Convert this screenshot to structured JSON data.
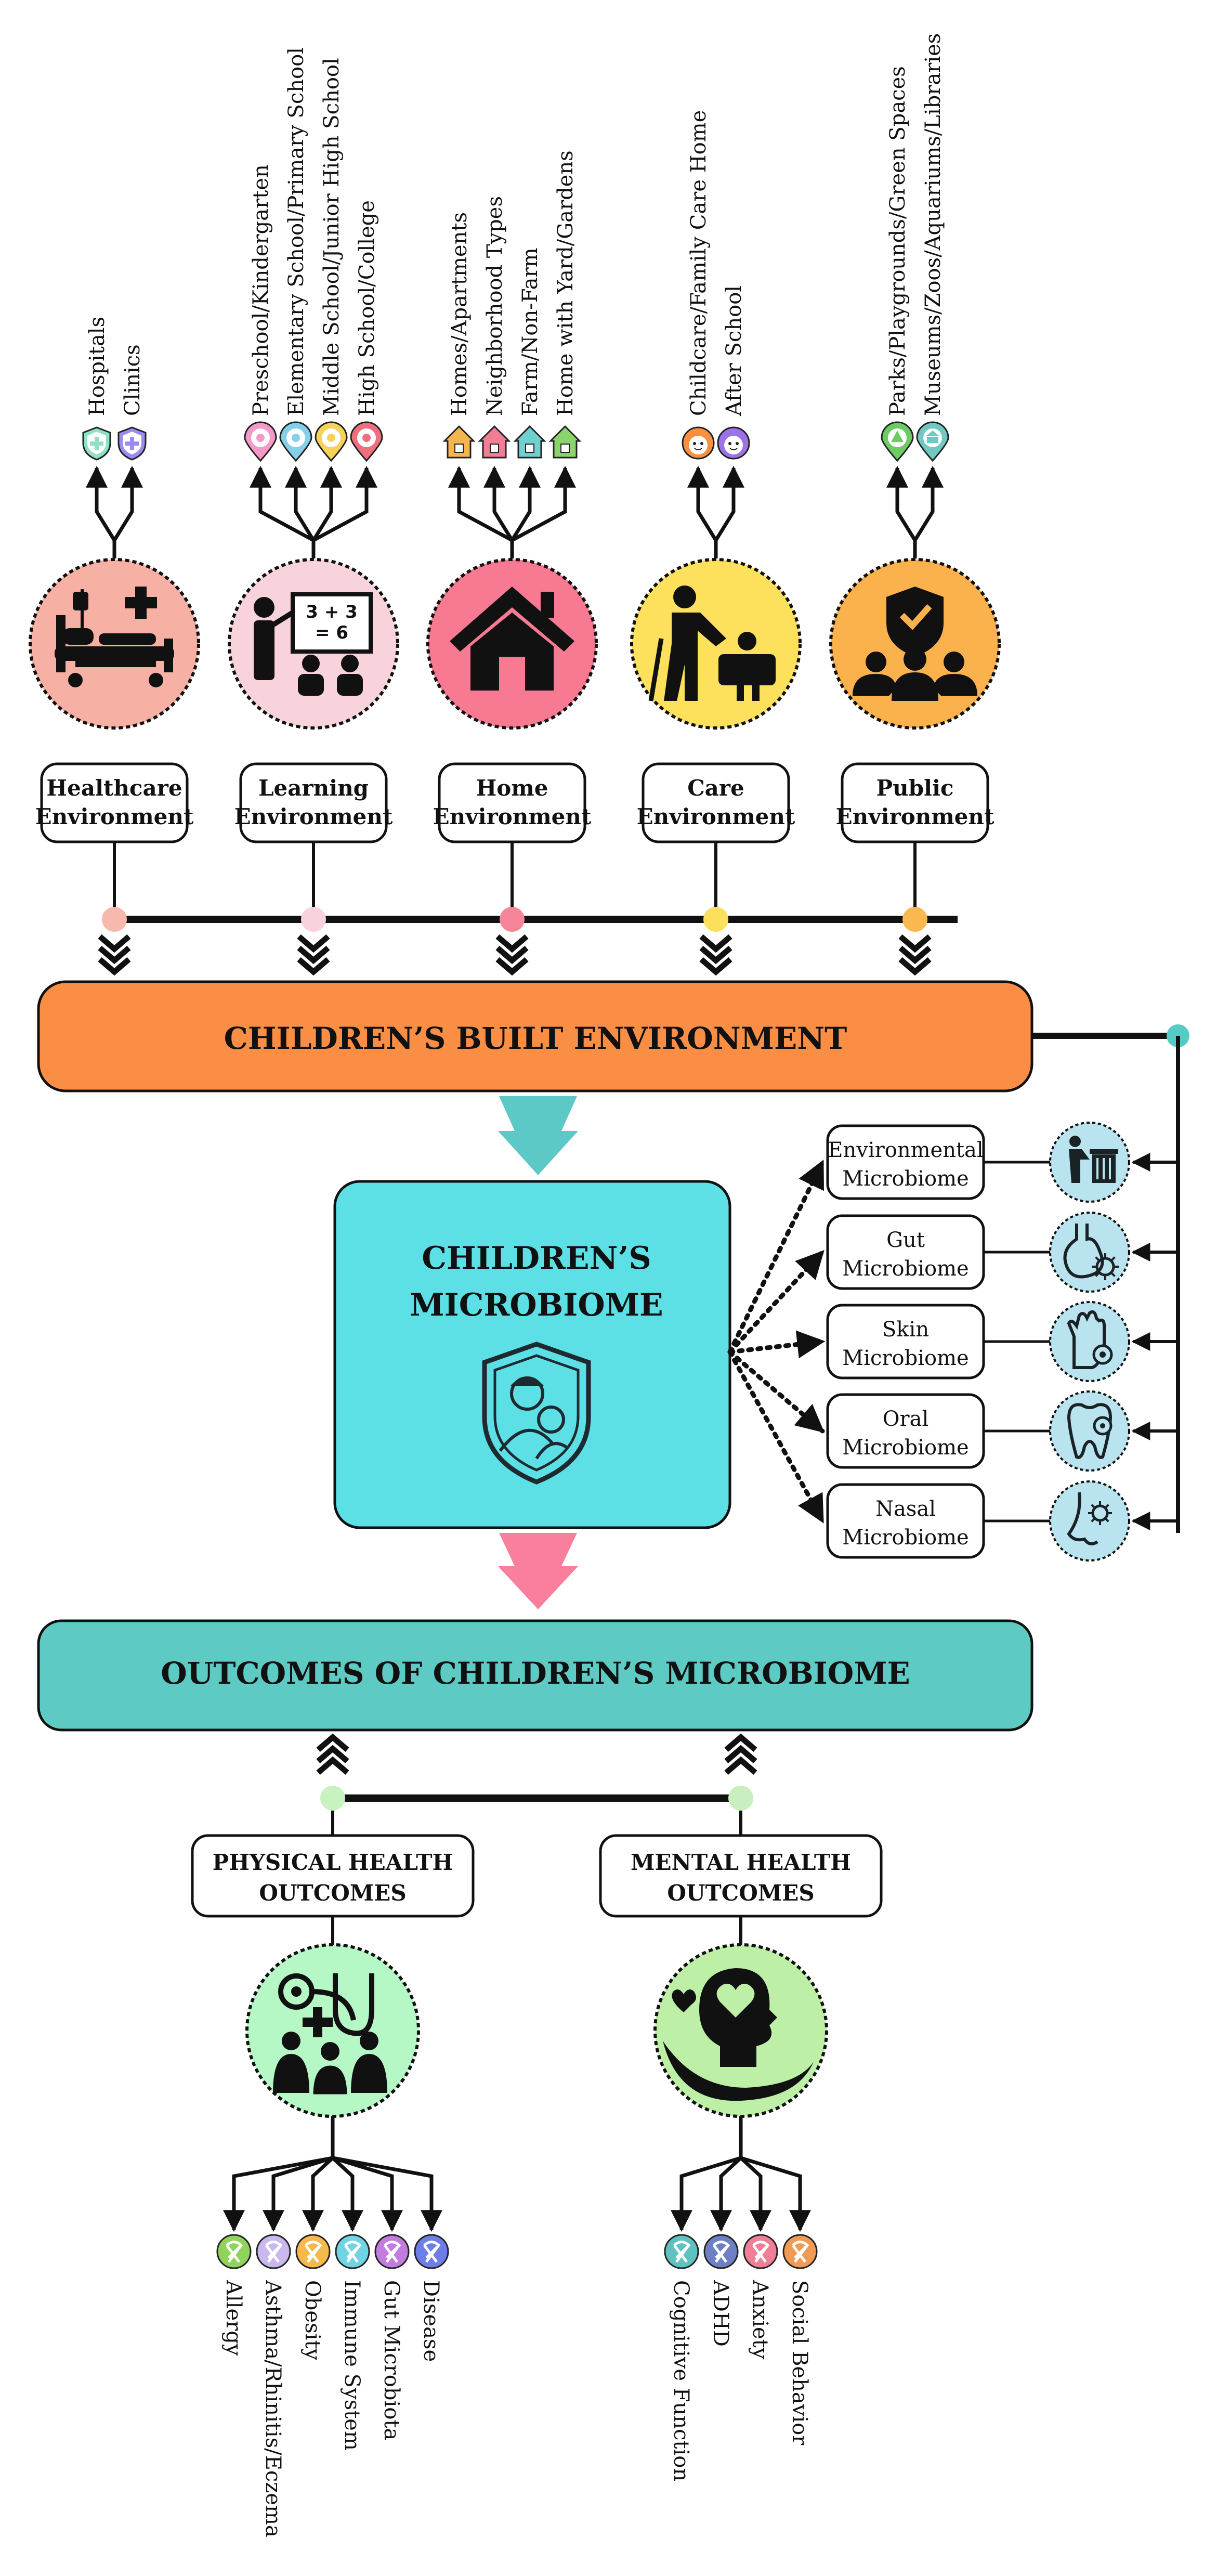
{
  "environments": [
    {
      "label_line1": "Healthcare",
      "label_line2": "Environment",
      "icon": "hospital-bed-icon",
      "color": "#f6b1a4",
      "dot_color": "#f7b8ae",
      "sub_items": [
        {
          "label": "Hospitals",
          "icon": "shield-plus-icon",
          "color": "#8fe0c6"
        },
        {
          "label": "Clinics",
          "icon": "shield-plus-icon",
          "color": "#9a8cf0"
        }
      ]
    },
    {
      "label_line1": "Learning",
      "label_line2": "Environment",
      "icon": "teacher-board-icon",
      "color": "#f8d3dc",
      "dot_color": "#f8d3dc",
      "sub_items": [
        {
          "label": "Preschool/Kindergarten",
          "icon": "school-pin-icon",
          "color": "#f59ac8"
        },
        {
          "label": "Elementary School/Primary School",
          "icon": "school-pin-icon",
          "color": "#84d0ea"
        },
        {
          "label": "Middle School/Junior High School",
          "icon": "school-pin-icon",
          "color": "#f5d25a"
        },
        {
          "label": "High School/College",
          "icon": "school-pin-icon",
          "color": "#ef6f7f"
        }
      ]
    },
    {
      "label_line1": "Home",
      "label_line2": "Environment",
      "icon": "house-icon",
      "color": "#f77a92",
      "dot_color": "#f7859a",
      "sub_items": [
        {
          "label": "Homes/Apartments",
          "icon": "small-house-icon",
          "color": "#f4b54f"
        },
        {
          "label": "Neighborhood Types",
          "icon": "small-house-icon",
          "color": "#f27d95"
        },
        {
          "label": "Farm/Non-Farm",
          "icon": "small-house-icon",
          "color": "#6fd1cf"
        },
        {
          "label": "Home with Yard/Gardens",
          "icon": "small-house-icon",
          "color": "#8ad36d"
        }
      ]
    },
    {
      "label_line1": "Care",
      "label_line2": "Environment",
      "icon": "caregiver-child-icon",
      "color": "#fde15c",
      "dot_color": "#fbe05e",
      "sub_items": [
        {
          "label": "Childcare/Family Care Home",
          "icon": "child-face-icon",
          "color": "#f8913f"
        },
        {
          "label": "After School",
          "icon": "child-face-icon",
          "color": "#9c72ea"
        }
      ]
    },
    {
      "label_line1": "Public",
      "label_line2": "Environment",
      "icon": "community-shield-icon",
      "color": "#fbb24d",
      "dot_color": "#fbb851",
      "sub_items": [
        {
          "label": "Parks/Playgrounds/Green Spaces",
          "icon": "tree-pin-icon",
          "color": "#6ccc63"
        },
        {
          "label": "Museums/Zoos/Aquariums/Libraries",
          "icon": "museum-pin-icon",
          "color": "#6fc9c2"
        }
      ]
    }
  ],
  "built_environment": {
    "title": "CHILDREN’S BUILT ENVIRONMENT",
    "color": "#fb8e45"
  },
  "microbiome": {
    "title_line1": "CHILDREN’S",
    "title_line2": "MICROBIOME",
    "color": "#5ddfe6",
    "icon": "child-shield-icon"
  },
  "microbiome_types": [
    {
      "label_line1": "Environmental",
      "label_line2": "Microbiome",
      "icon": "trash-bin-person-icon"
    },
    {
      "label_line1": "Gut",
      "label_line2": "Microbiome",
      "icon": "stomach-microbe-icon"
    },
    {
      "label_line1": "Skin",
      "label_line2": "Microbiome",
      "icon": "hand-microbe-icon"
    },
    {
      "label_line1": "Oral",
      "label_line2": "Microbiome",
      "icon": "tooth-microbe-icon"
    },
    {
      "label_line1": "Nasal",
      "label_line2": "Microbiome",
      "icon": "nose-microbe-icon"
    }
  ],
  "outcomes": {
    "title": "OUTCOMES OF CHILDREN’S MICROBIOME",
    "color": "#5ecac4"
  },
  "physical": {
    "label_line1": "PHYSICAL HEALTH",
    "label_line2": "OUTCOMES",
    "icon": "stethoscope-family-icon",
    "color": "#b6f7c6",
    "dot_color": "#c8f3c0",
    "items": [
      {
        "label": "Allergy",
        "color": "#8fd35b"
      },
      {
        "label": "Asthma/Rhinitis/Eczema",
        "color": "#c9b8f0"
      },
      {
        "label": "Obesity",
        "color": "#f6b94a"
      },
      {
        "label": "Immune System",
        "color": "#6fd4e4"
      },
      {
        "label": "Gut Microbiota",
        "color": "#c27ce0"
      },
      {
        "label": "Disease",
        "color": "#6d7ee8"
      }
    ]
  },
  "mental": {
    "label_line1": "MENTAL HEALTH",
    "label_line2": "OUTCOMES",
    "icon": "mind-heart-hand-icon",
    "color": "#bdf0a6",
    "dot_color": "#c9eec0",
    "items": [
      {
        "label": "Cognitive Function",
        "color": "#5ec3c0"
      },
      {
        "label": "ADHD",
        "color": "#6e7fc6"
      },
      {
        "label": "Anxiety",
        "color": "#ef7e96"
      },
      {
        "label": "Social Behavior",
        "color": "#f19a56"
      }
    ]
  }
}
